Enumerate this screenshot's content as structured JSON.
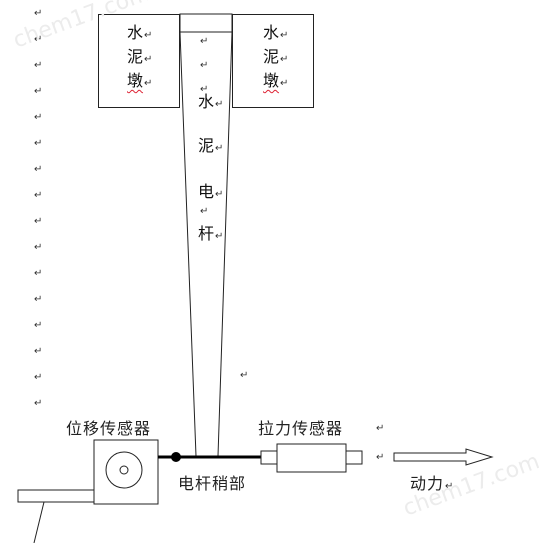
{
  "paragraph_mark": "↵",
  "left_pier": {
    "chars": [
      "水",
      "泥",
      "墩"
    ]
  },
  "right_pier": {
    "chars": [
      "水",
      "泥",
      "墩"
    ]
  },
  "pole": {
    "chars": [
      "水",
      "泥",
      "电",
      "杆"
    ]
  },
  "labels": {
    "displacement_sensor": "位移传感器",
    "tension_sensor": "拉力传感器",
    "pole_tip": "电杆稍部",
    "power": "动力"
  },
  "watermark": "chem17.com"
}
